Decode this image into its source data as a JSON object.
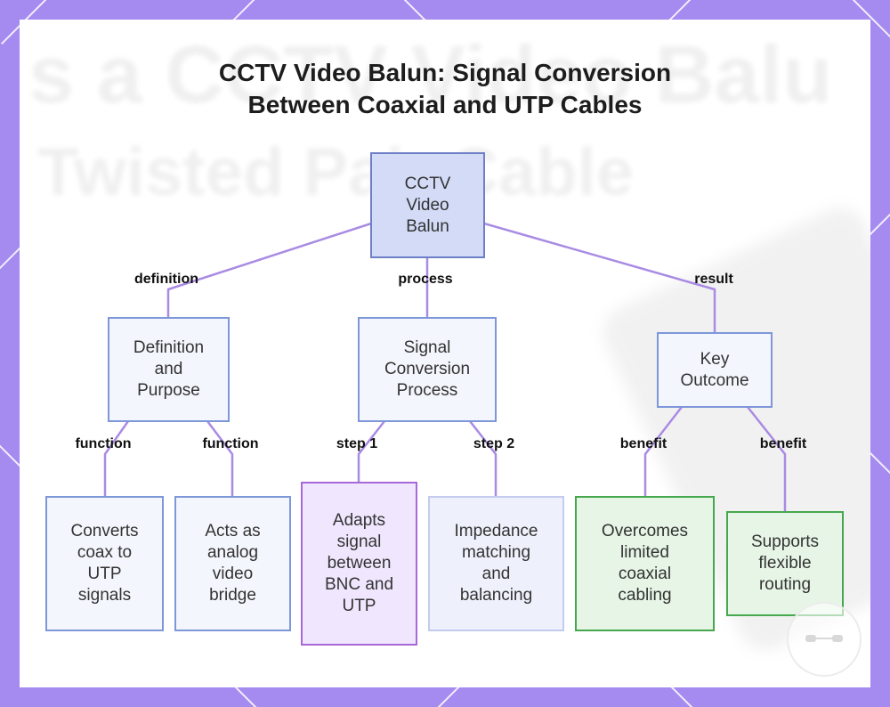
{
  "title": {
    "line1": "CCTV Video Balun: Signal Conversion",
    "line2": "Between Coaxial and UTP Cables"
  },
  "background_text": {
    "line1": "s a CCTV Video Balu",
    "line2": "Twisted Pair Cable"
  },
  "nodes": {
    "root": "CCTV\nVideo\nBalun",
    "definition": "Definition\nand\nPurpose",
    "process": "Signal\nConversion\nProcess",
    "outcome": "Key\nOutcome",
    "converts": "Converts\ncoax to\nUTP\nsignals",
    "bridge": "Acts as\nanalog\nvideo\nbridge",
    "adapts": "Adapts\nsignal\nbetween\nBNC and\nUTP",
    "impedance": "Impedance\nmatching\nand\nbalancing",
    "overcomes": "Overcomes\nlimited\ncoaxial\ncabling",
    "supports": "Supports\nflexible\nrouting"
  },
  "edges": {
    "definition": "definition",
    "process": "process",
    "result": "result",
    "function1": "function",
    "function2": "function",
    "step1": "step 1",
    "step2": "step 2",
    "benefit1": "benefit",
    "benefit2": "benefit"
  },
  "colors": {
    "frame": "#a58af0",
    "connector": "#a98be3",
    "root_fill": "#d3dbf7",
    "node_border": "#7d97d9",
    "step_fill": "#f0e6fd",
    "benefit_border": "#46a84e"
  }
}
